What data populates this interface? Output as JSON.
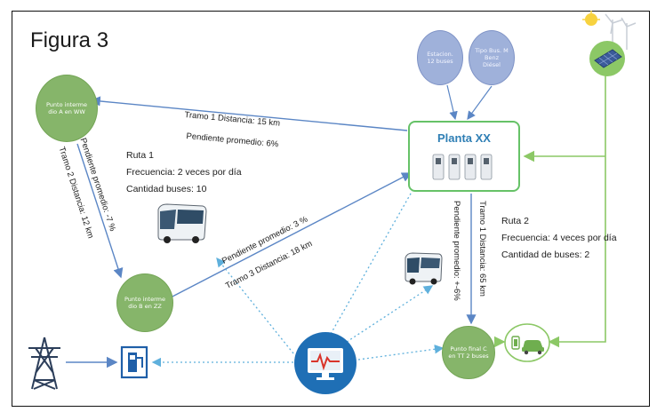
{
  "figure_title": "Figura 3",
  "nodes": {
    "punto_a": "Punto interme dio A en WW",
    "punto_b": "Punto interme dio B en ZZ",
    "punto_c": "Punto final C en TT 2 buses",
    "estacion": "Estacion. 12 buses",
    "tipo_bus": "Tipo Bus. M Benz Diésel"
  },
  "planta": {
    "title": "Planta XX"
  },
  "segments": {
    "tramo1_top": "Tramo 1 Distancia: 15 km",
    "pendiente_top": "Pendiente promedio: 6%",
    "pendiente_left": "Pendiente promedio: -7 %",
    "tramo2_left": "Tramo 2 Distancia: 12 km",
    "pendiente_mid": "Pendiente promedio: 3 %",
    "tramo3_mid": "Tramo 3 Distancia: 18 km",
    "tramo1_right": "Tramo 1 Distancia: 65 km",
    "pendiente_right": "Pendiente promedio: +-6%"
  },
  "ruta1": {
    "title": "Ruta 1",
    "frecuencia": "Frecuencia: 2 veces por día",
    "cantidad": "Cantidad buses: 10"
  },
  "ruta2": {
    "title": "Ruta 2",
    "frecuencia": "Frecuencia: 4 veces por día",
    "cantidad": "Cantidad de buses: 2"
  },
  "icons": [
    "power-tower-icon",
    "ev-charger-icon",
    "monitor-icon",
    "ev-car-icon",
    "solar-wind-icon",
    "bus-icon",
    "charging-station-icon"
  ],
  "colors": {
    "green_node": "#86b56a",
    "blue_node": "#9fb1da",
    "line_blue": "#5b86c5",
    "line_green": "#8cc866",
    "dotted": "#5fb0dc"
  }
}
